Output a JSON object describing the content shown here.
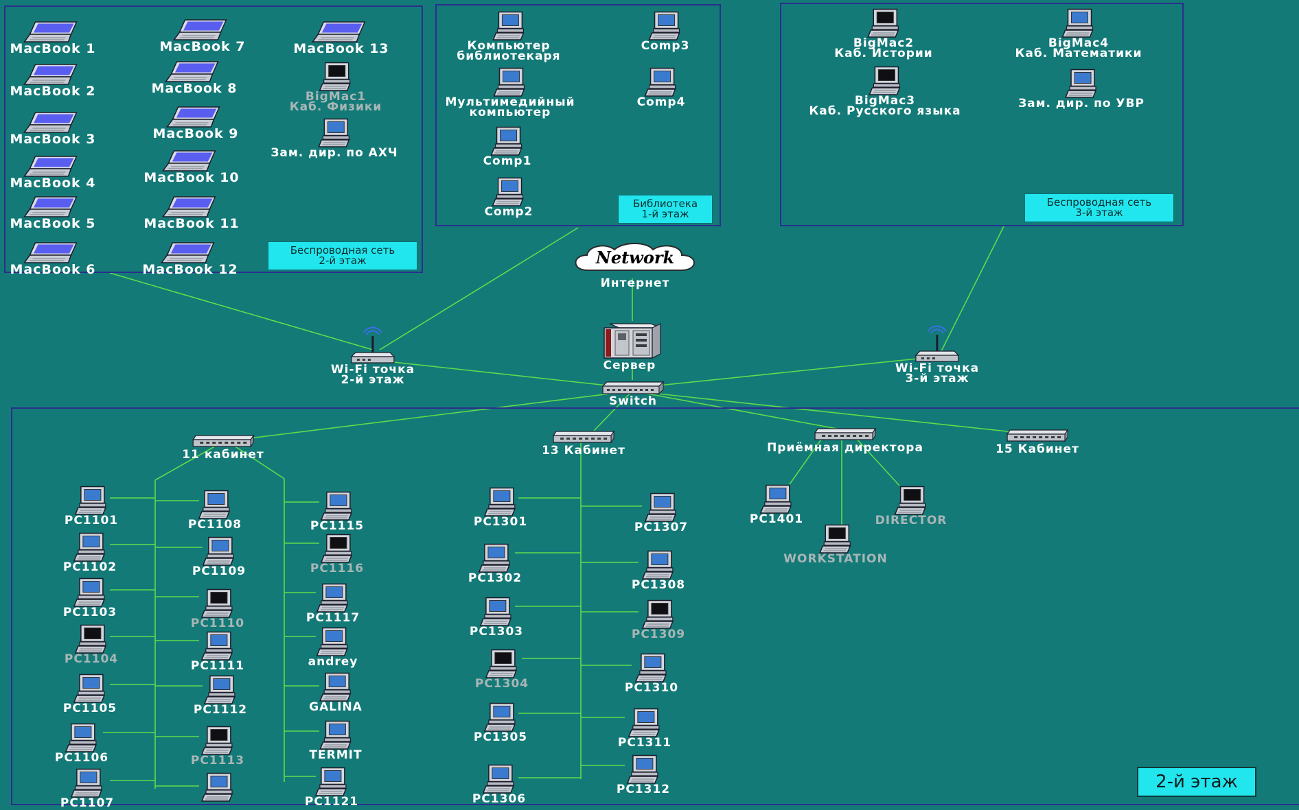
{
  "colors": {
    "background": "#147a78",
    "link": "#5fdc4a",
    "frame_border": "#2a2f8c",
    "tag_fill": "#22e6ee",
    "label": "#ffffff",
    "label_offline": "#a9b6b6"
  },
  "tags": {
    "wireless_floor2": [
      "Беспроводная сеть",
      "2-й этаж"
    ],
    "library_floor1": [
      "Библиотека",
      "1-й этаж"
    ],
    "wireless_floor3": [
      "Беспроводная сеть",
      "3-й этаж"
    ],
    "floor_badge": "2-й этаж"
  },
  "nodes": [
    {
      "id": "mb1",
      "icon": "laptop",
      "label": [
        "MacBook 1"
      ]
    },
    {
      "id": "mb2",
      "icon": "laptop",
      "label": [
        "MacBook 2"
      ]
    },
    {
      "id": "mb3",
      "icon": "laptop",
      "label": [
        "MacBook 3"
      ]
    },
    {
      "id": "mb4",
      "icon": "laptop",
      "label": [
        "MacBook 4"
      ]
    },
    {
      "id": "mb5",
      "icon": "laptop",
      "label": [
        "MacBook 5"
      ]
    },
    {
      "id": "mb6",
      "icon": "laptop",
      "label": [
        "MacBook 6"
      ]
    },
    {
      "id": "mb7",
      "icon": "laptop",
      "label": [
        "MacBook 7"
      ]
    },
    {
      "id": "mb8",
      "icon": "laptop",
      "label": [
        "MacBook 8"
      ]
    },
    {
      "id": "mb9",
      "icon": "laptop",
      "label": [
        "MacBook 9"
      ]
    },
    {
      "id": "mb10",
      "icon": "laptop",
      "label": [
        "MacBook 10"
      ]
    },
    {
      "id": "mb11",
      "icon": "laptop",
      "label": [
        "MacBook 11"
      ]
    },
    {
      "id": "mb12",
      "icon": "laptop",
      "label": [
        "MacBook 12"
      ]
    },
    {
      "id": "mb13",
      "icon": "laptop",
      "label": [
        "MacBook 13"
      ]
    },
    {
      "id": "bigmac1",
      "icon": "pc-off",
      "dim": true,
      "label": [
        "BigMac1",
        "Каб. Физики"
      ]
    },
    {
      "id": "zam_ahch",
      "icon": "pc",
      "label": [
        "Зам. дир. по АХЧ"
      ]
    },
    {
      "id": "librarian",
      "icon": "pc",
      "label": [
        "Компьютер",
        "библиотекаря"
      ]
    },
    {
      "id": "multimedia",
      "icon": "pc",
      "label": [
        "Мультимедийный",
        "компьютер"
      ]
    },
    {
      "id": "comp1",
      "icon": "pc",
      "label": [
        "Comp1"
      ]
    },
    {
      "id": "comp2",
      "icon": "pc",
      "label": [
        "Comp2"
      ]
    },
    {
      "id": "comp3",
      "icon": "pc",
      "label": [
        "Comp3"
      ]
    },
    {
      "id": "comp4",
      "icon": "pc",
      "label": [
        "Comp4"
      ]
    },
    {
      "id": "bigmac2",
      "icon": "pc-off",
      "label": [
        "BigMac2",
        "Каб. Истории"
      ]
    },
    {
      "id": "bigmac3",
      "icon": "pc-off",
      "label": [
        "BigMac3",
        "Каб. Русского языка"
      ]
    },
    {
      "id": "bigmac4",
      "icon": "pc",
      "label": [
        "BigMac4",
        "Каб. Математики"
      ]
    },
    {
      "id": "zam_uvr",
      "icon": "pc",
      "label": [
        "Зам. дир. по УВР"
      ]
    },
    {
      "id": "internet",
      "icon": "cloud",
      "cloud_text": "Network",
      "label": [
        "Интернет"
      ]
    },
    {
      "id": "server",
      "icon": "server",
      "label": [
        "Сервер"
      ]
    },
    {
      "id": "switch",
      "icon": "switch",
      "label": [
        "Switch"
      ]
    },
    {
      "id": "wifi2",
      "icon": "ap",
      "label": [
        "Wi-Fi точка",
        "2-й этаж"
      ]
    },
    {
      "id": "wifi3",
      "icon": "ap",
      "label": [
        "Wi-Fi точка",
        "3-й этаж"
      ]
    },
    {
      "id": "hub11",
      "icon": "hub",
      "label": [
        "11 кабинет"
      ]
    },
    {
      "id": "hub13",
      "icon": "hub",
      "label": [
        "13 Кабинет"
      ]
    },
    {
      "id": "hubdir",
      "icon": "hub",
      "label": [
        "Приёмная директора"
      ]
    },
    {
      "id": "hub15",
      "icon": "hub",
      "label": [
        "15 Кабинет"
      ]
    },
    {
      "id": "pc1101",
      "icon": "pc",
      "label": [
        "PC1101"
      ]
    },
    {
      "id": "pc1102",
      "icon": "pc",
      "label": [
        "PC1102"
      ]
    },
    {
      "id": "pc1103",
      "icon": "pc",
      "label": [
        "PC1103"
      ]
    },
    {
      "id": "pc1104",
      "icon": "pc-off",
      "dim": true,
      "label": [
        "PC1104"
      ]
    },
    {
      "id": "pc1105",
      "icon": "pc",
      "label": [
        "PC1105"
      ]
    },
    {
      "id": "pc1106",
      "icon": "pc",
      "label": [
        "PC1106"
      ]
    },
    {
      "id": "pc1107",
      "icon": "pc",
      "label": [
        "PC1107"
      ]
    },
    {
      "id": "pc1108",
      "icon": "pc",
      "label": [
        "PC1108"
      ]
    },
    {
      "id": "pc1109",
      "icon": "pc",
      "label": [
        "PC1109"
      ]
    },
    {
      "id": "pc1110",
      "icon": "pc-off",
      "dim": true,
      "label": [
        "PC1110"
      ]
    },
    {
      "id": "pc1111",
      "icon": "pc",
      "label": [
        "PC1111"
      ]
    },
    {
      "id": "pc1112",
      "icon": "pc",
      "label": [
        "PC1112"
      ]
    },
    {
      "id": "pc1113",
      "icon": "pc-off",
      "dim": true,
      "label": [
        "PC1113"
      ]
    },
    {
      "id": "pc1114",
      "icon": "pc",
      "label": []
    },
    {
      "id": "pc1115",
      "icon": "pc",
      "label": [
        "PC1115"
      ]
    },
    {
      "id": "pc1116",
      "icon": "pc-off",
      "dim": true,
      "label": [
        "PC1116"
      ]
    },
    {
      "id": "pc1117",
      "icon": "pc",
      "label": [
        "PC1117"
      ]
    },
    {
      "id": "andrey",
      "icon": "pc",
      "label": [
        "andrey"
      ]
    },
    {
      "id": "galina",
      "icon": "pc",
      "label": [
        "GALINA"
      ]
    },
    {
      "id": "termit",
      "icon": "pc",
      "label": [
        "TERMIT"
      ]
    },
    {
      "id": "pc1121",
      "icon": "pc",
      "label": [
        "PC1121"
      ]
    },
    {
      "id": "pc1301",
      "icon": "pc",
      "label": [
        "PC1301"
      ]
    },
    {
      "id": "pc1302",
      "icon": "pc",
      "label": [
        "PC1302"
      ]
    },
    {
      "id": "pc1303",
      "icon": "pc",
      "label": [
        "PC1303"
      ]
    },
    {
      "id": "pc1304",
      "icon": "pc-off",
      "dim": true,
      "label": [
        "PC1304"
      ]
    },
    {
      "id": "pc1305",
      "icon": "pc",
      "label": [
        "PC1305"
      ]
    },
    {
      "id": "pc1306",
      "icon": "pc",
      "label": [
        "PC1306"
      ]
    },
    {
      "id": "pc1307",
      "icon": "pc",
      "label": [
        "PC1307"
      ]
    },
    {
      "id": "pc1308",
      "icon": "pc",
      "label": [
        "PC1308"
      ]
    },
    {
      "id": "pc1309",
      "icon": "pc-off",
      "dim": true,
      "label": [
        "PC1309"
      ]
    },
    {
      "id": "pc1310",
      "icon": "pc",
      "label": [
        "PC1310"
      ]
    },
    {
      "id": "pc1311",
      "icon": "pc",
      "label": [
        "PC1311"
      ]
    },
    {
      "id": "pc1312",
      "icon": "pc",
      "label": [
        "PC1312"
      ]
    },
    {
      "id": "pc1401",
      "icon": "pc",
      "label": [
        "PC1401"
      ]
    },
    {
      "id": "director",
      "icon": "pc-off",
      "dim": true,
      "label": [
        "DIRECTOR"
      ]
    },
    {
      "id": "workstation",
      "icon": "pc-off",
      "dim": true,
      "label": [
        "WORKSTATION"
      ]
    }
  ]
}
